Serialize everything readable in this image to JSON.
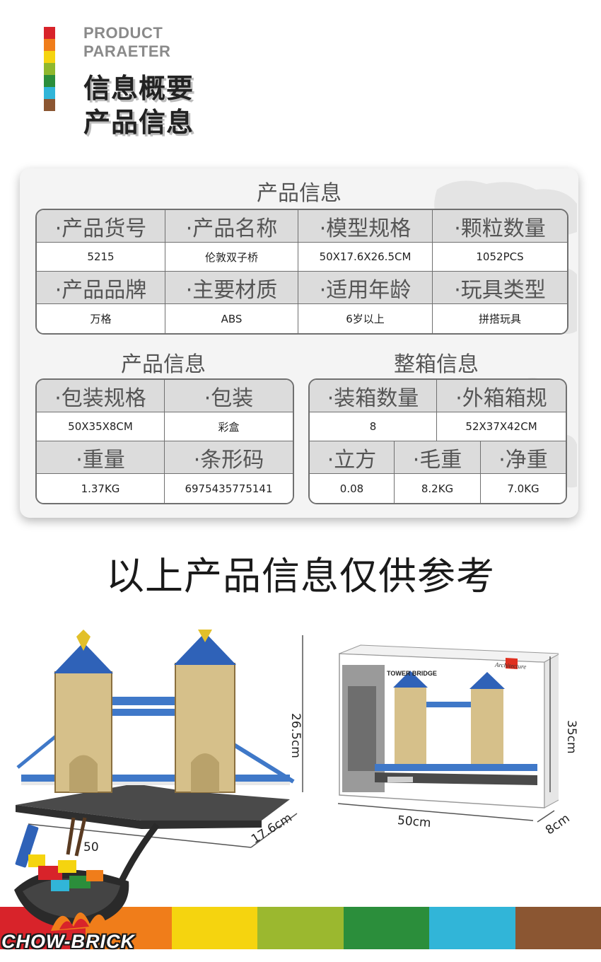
{
  "header": {
    "line_en_1": "PRODUCT",
    "line_en_2": "PARAETER",
    "line_cn_1": "信息概要",
    "line_cn_2": "产品信息",
    "swatch_colors": [
      "#d8232a",
      "#f07d1a",
      "#f5d40f",
      "#8fb82d",
      "#2b8e3b",
      "#31b5d8",
      "#8b5632"
    ]
  },
  "main_table": {
    "title": "产品信息",
    "rows": [
      {
        "headers": [
          "·产品货号",
          "·产品名称",
          "·模型规格",
          "·颗粒数量"
        ],
        "values": [
          "5215",
          "伦敦双子桥",
          "50X17.6X26.5CM",
          "1052PCS"
        ]
      },
      {
        "headers": [
          "·产品品牌",
          "·主要材质",
          "·适用年龄",
          "·玩具类型"
        ],
        "values": [
          "万格",
          "ABS",
          "6岁以上",
          "拼搭玩具"
        ]
      }
    ]
  },
  "package_table": {
    "title": "产品信息",
    "rows": [
      {
        "headers": [
          "·包装规格",
          "·包装"
        ],
        "values": [
          "50X35X8CM",
          "彩盒"
        ]
      },
      {
        "headers": [
          "·重量",
          "·条形码"
        ],
        "values": [
          "1.37KG",
          "6975435775141"
        ]
      }
    ]
  },
  "carton_table": {
    "title": "整箱信息",
    "row1": {
      "headers": [
        "·装箱数量",
        "·外箱箱规"
      ],
      "values": [
        "8",
        "52X37X42CM"
      ]
    },
    "row2": {
      "headers": [
        "·立方",
        "·毛重",
        "·净重"
      ],
      "values": [
        "0.08",
        "8.2KG",
        "7.0KG"
      ]
    }
  },
  "disclaimer": "以上产品信息仅供参考",
  "model_dims": {
    "height": "26.5cm",
    "depth": "17.6cm",
    "length": "50"
  },
  "box": {
    "title": "TOWER BRIDGE",
    "series": "Architecture",
    "width": "50cm",
    "height": "35cm",
    "depth": "8cm"
  },
  "footer": {
    "brand": "CHOW-BRICK",
    "stripe_colors": [
      "#d8232a",
      "#f07d1a",
      "#f5d40f",
      "#9bb82f",
      "#2b8e3b",
      "#31b5d8",
      "#8b5632"
    ]
  }
}
